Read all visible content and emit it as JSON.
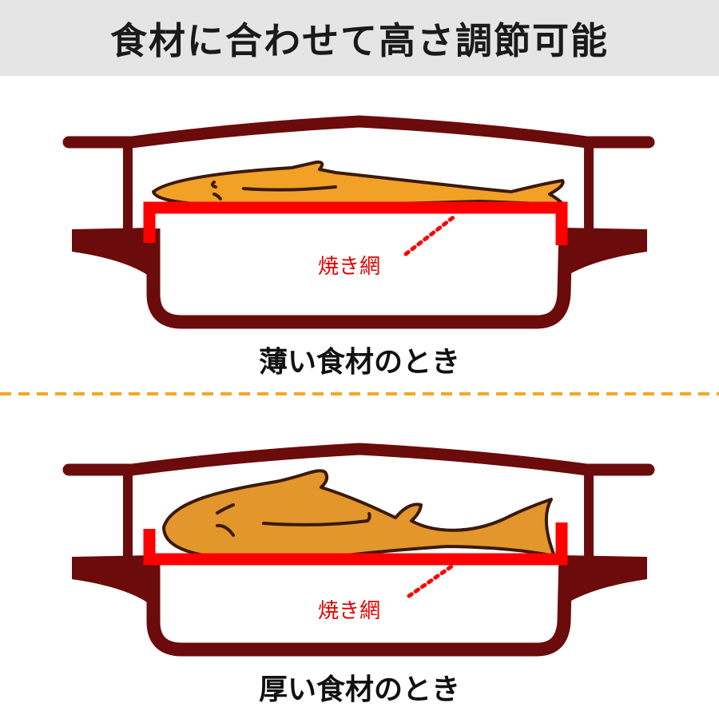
{
  "title": "食材に合わせて高さ調節可能",
  "panels": [
    {
      "caption": "薄い食材のとき",
      "rack_label": "焼き網",
      "rack_position": "high"
    },
    {
      "caption": "厚い食材のとき",
      "rack_label": "焼き網",
      "rack_position": "low"
    }
  ],
  "colors": {
    "pan": "#6b0b0b",
    "rack": "#ff0000",
    "fish": "#f0a126",
    "fish_thick": "#e3962c",
    "fish_outline": "#3a1a0a",
    "divider": "#f5a623",
    "title_bg": "#e5e5e5"
  }
}
